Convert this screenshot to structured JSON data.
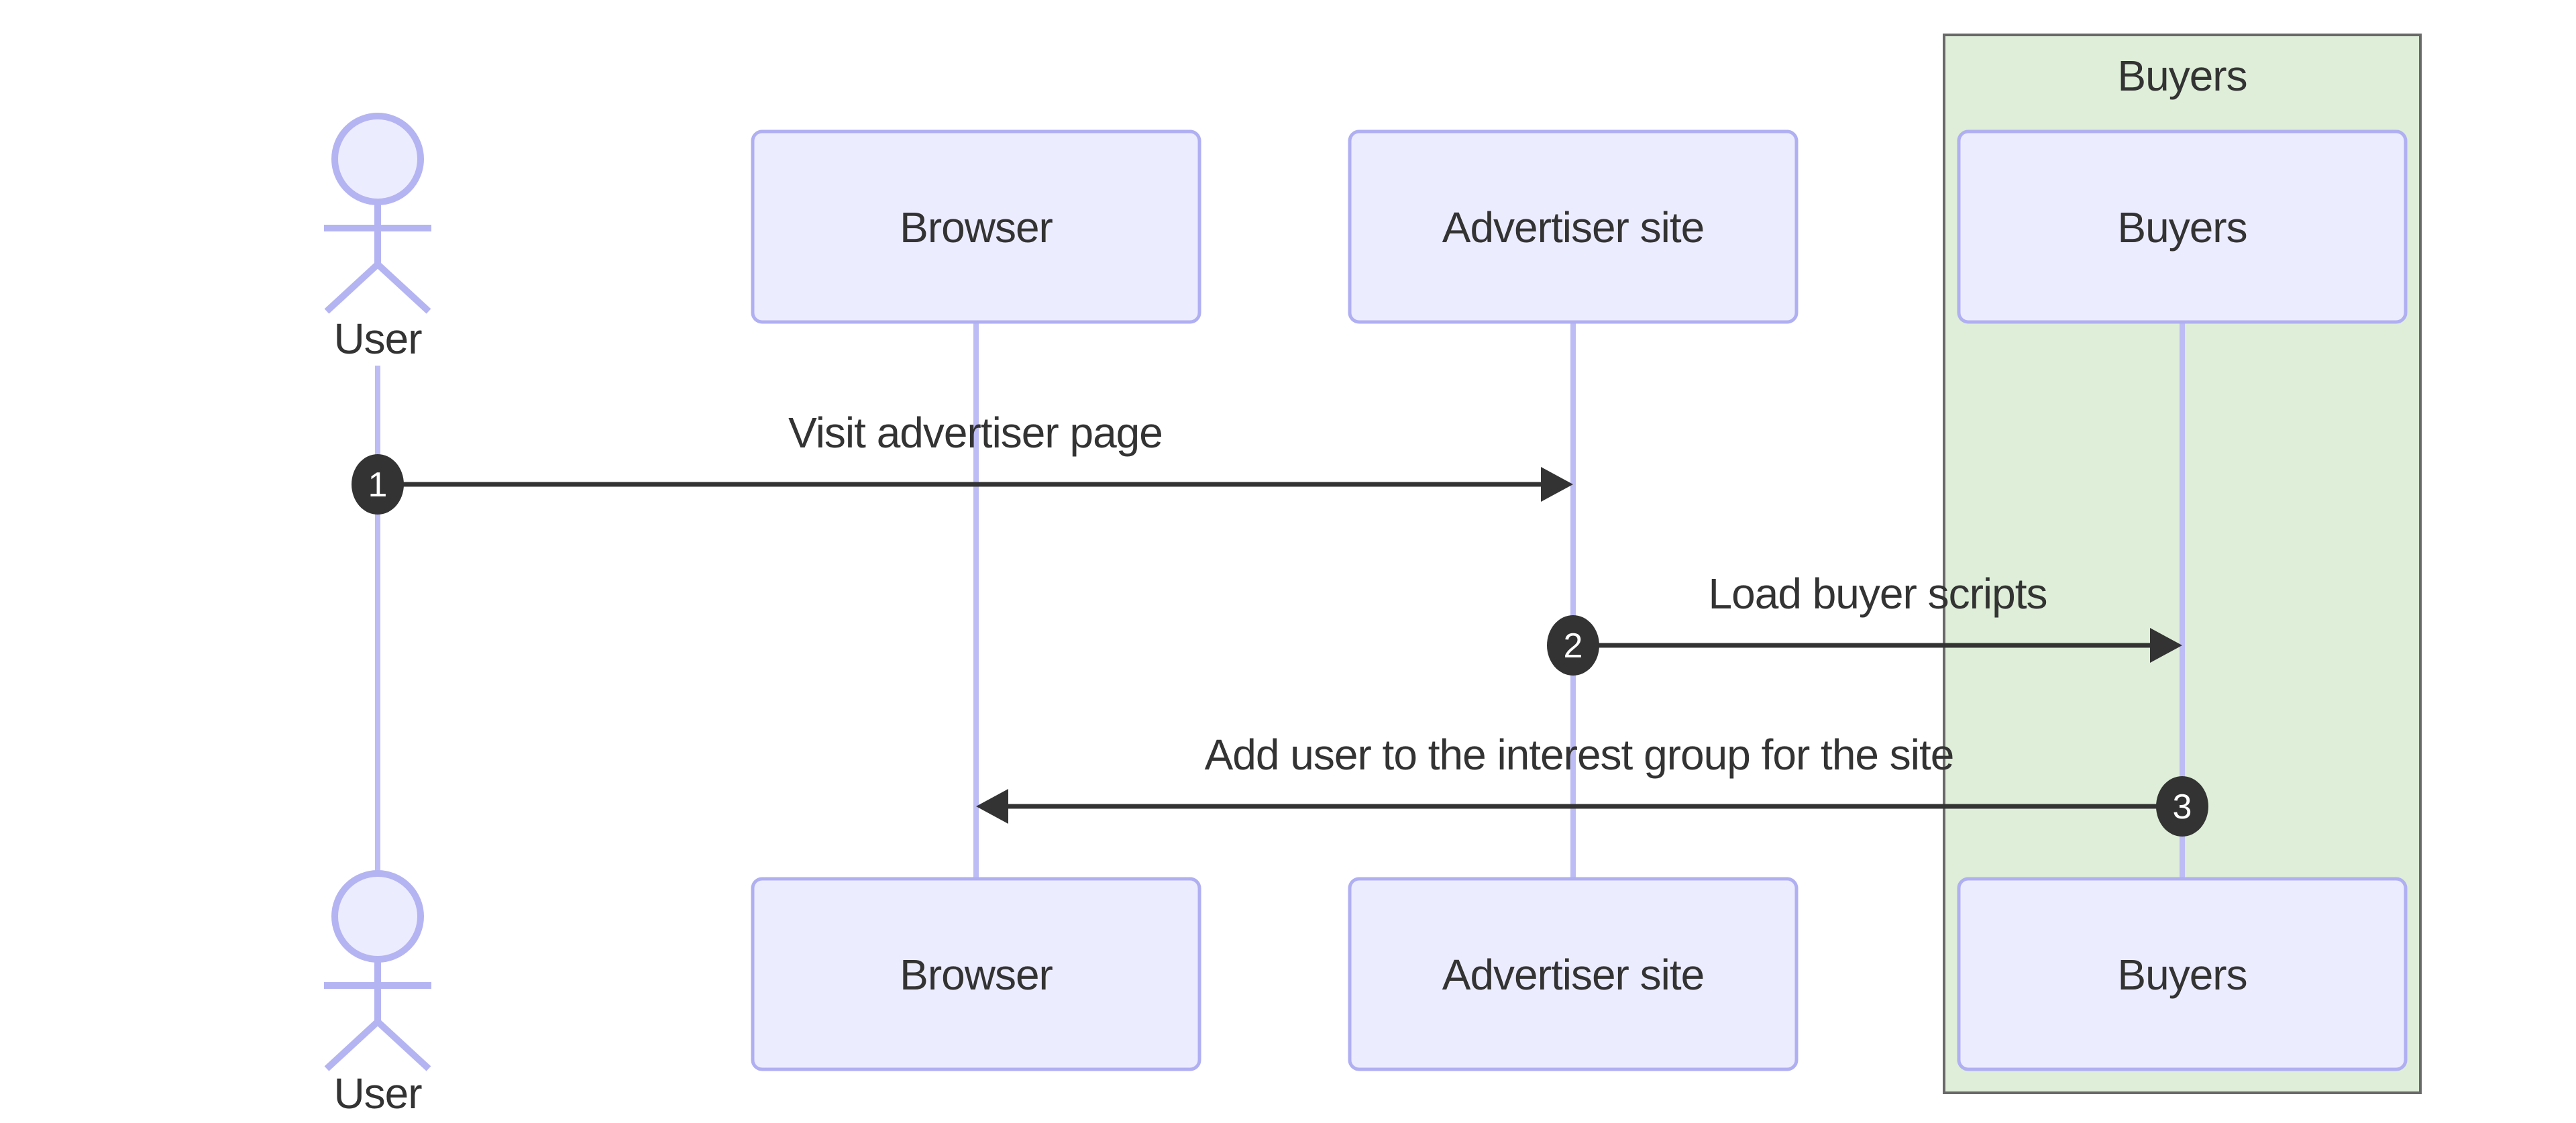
{
  "diagram": {
    "type": "sequence-diagram",
    "group": {
      "label": "Buyers"
    },
    "actors": {
      "user": {
        "label": "User"
      }
    },
    "participants": {
      "browser": {
        "label": "Browser"
      },
      "advertiser": {
        "label": "Advertiser site"
      },
      "buyers": {
        "label": "Buyers"
      }
    },
    "messages": [
      {
        "seq": "1",
        "label": "Visit advertiser page",
        "from": "User",
        "to": "Advertiser site"
      },
      {
        "seq": "2",
        "label": "Load buyer scripts",
        "from": "Advertiser site",
        "to": "Buyers"
      },
      {
        "seq": "3",
        "label": "Add user to the interest group for the site",
        "from": "Buyers",
        "to": "Browser"
      }
    ],
    "colors": {
      "background": "#FFFFFF",
      "participant_fill": "#ECECFF",
      "participant_border": "#B0AFF2",
      "lifeline": "#BDBCF5",
      "group_fill": "#DEEED8",
      "group_border": "#696969",
      "message": "#333333",
      "text": "#333333",
      "seq_badge_fill": "#333333",
      "seq_badge_text": "#FFFFFF"
    }
  }
}
